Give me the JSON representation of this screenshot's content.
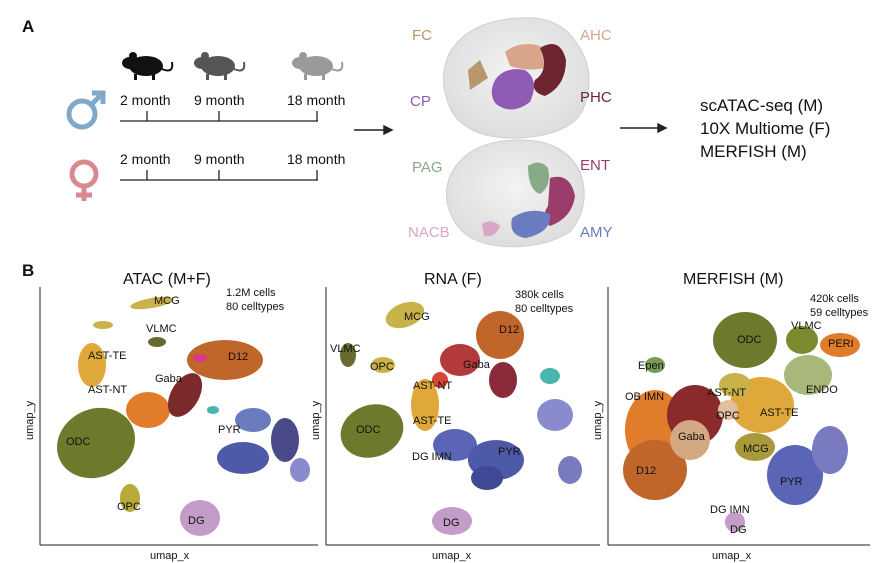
{
  "panel_a": {
    "letter": "A",
    "male_ages": [
      "2 month",
      "9 month",
      "18 month"
    ],
    "female_ages": [
      "2 month",
      "9 month",
      "18 month"
    ],
    "brain_top_regions": [
      {
        "label": "FC",
        "color": "#b8986a"
      },
      {
        "label": "AHC",
        "color": "#d9a58a"
      },
      {
        "label": "CP",
        "color": "#8f5bb5"
      },
      {
        "label": "PHC",
        "color": "#6e2430"
      }
    ],
    "brain_bottom_regions": [
      {
        "label": "PAG",
        "color": "#88aa88"
      },
      {
        "label": "ENT",
        "color": "#9a3d6a"
      },
      {
        "label": "NACB",
        "color": "#d9a7c7"
      },
      {
        "label": "AMY",
        "color": "#6a7bbf"
      }
    ],
    "assays": [
      "scATAC-seq (M)",
      "10X Multiome (F)",
      "MERFISH (M)"
    ],
    "colors": {
      "male": "#7fa8c9",
      "female": "#d98a90",
      "mouse_young": "#111111",
      "mouse_mid": "#555555",
      "mouse_old": "#9a9a9a"
    }
  },
  "panel_b": {
    "letter": "B",
    "plots": [
      {
        "title": "ATAC (M+F)",
        "info": [
          "1.2M cells",
          "80 celltypes"
        ],
        "xlabel": "umap_x",
        "ylabel": "umap_y",
        "labels": [
          "MCG",
          "VLMC",
          "AST-TE",
          "AST-NT",
          "Gaba",
          "D12",
          "PYR",
          "ODC",
          "OPC",
          "DG"
        ]
      },
      {
        "title": "RNA (F)",
        "info": [
          "380k cells",
          "80 celltypes"
        ],
        "xlabel": "umap_x",
        "ylabel": "umap_y",
        "labels": [
          "MCG",
          "D12",
          "VLMC",
          "OPC",
          "Gaba",
          "AST-NT",
          "AST-TE",
          "ODC",
          "DG IMN",
          "PYR",
          "DG"
        ]
      },
      {
        "title": "MERFISH (M)",
        "info": [
          "420k cells",
          "59 celltypes"
        ],
        "xlabel": "umap_x",
        "ylabel": "umap_y",
        "labels": [
          "VLMC",
          "ODC",
          "PERI",
          "Epen",
          "AST-NT",
          "ENDO",
          "OB IMN",
          "OPC",
          "AST-TE",
          "Gaba",
          "MCG",
          "D12",
          "PYR",
          "DG IMN",
          "DG"
        ]
      }
    ]
  }
}
